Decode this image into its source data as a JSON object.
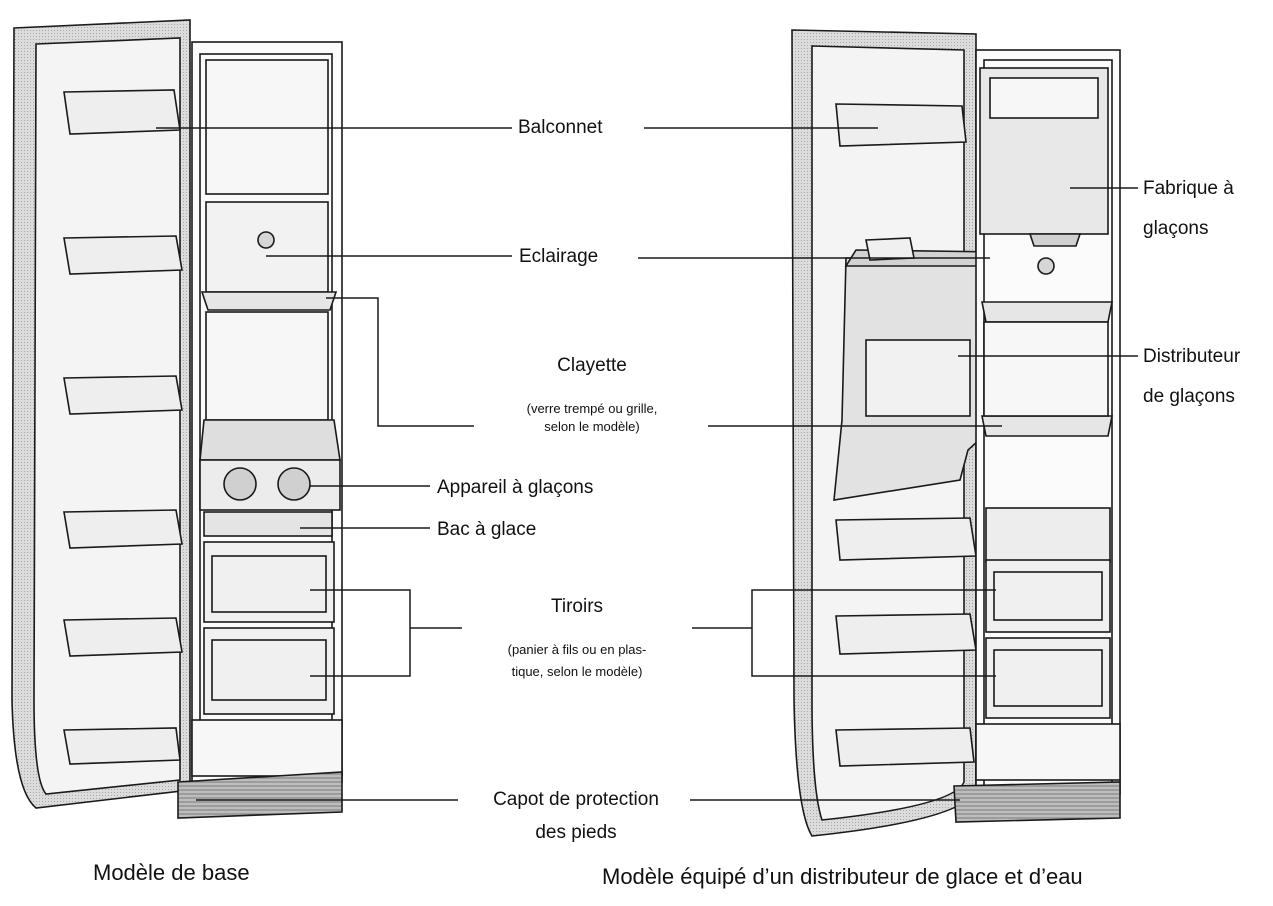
{
  "labels": {
    "balconnet": "Balconnet",
    "eclairage": "Eclairage",
    "clayette": "Clayette",
    "clayette_note_1": "(verre trempé ou grille,",
    "clayette_note_2": "selon le modèle)",
    "appareil": "Appareil à glaçons",
    "bac": "Bac à glace",
    "tiroirs": "Tiroirs",
    "tiroirs_note_1": "(panier à fils ou en plas-",
    "tiroirs_note_2": "tique, selon le modèle)",
    "capot_1": "Capot de protection",
    "capot_2": "des pieds",
    "fabrique_1": "Fabrique à",
    "fabrique_2": "glaçons",
    "distributeur_1": "Distributeur",
    "distributeur_2": "de glaçons"
  },
  "captions": {
    "left": "Modèle de base",
    "right": "Modèle équipé d’un distributeur de glace et d’eau"
  },
  "colors": {
    "line": "#1a1a1a",
    "fill_light": "#ececec",
    "fill_mid": "#c9c9c9",
    "fill_dark": "#8a8a8a"
  }
}
